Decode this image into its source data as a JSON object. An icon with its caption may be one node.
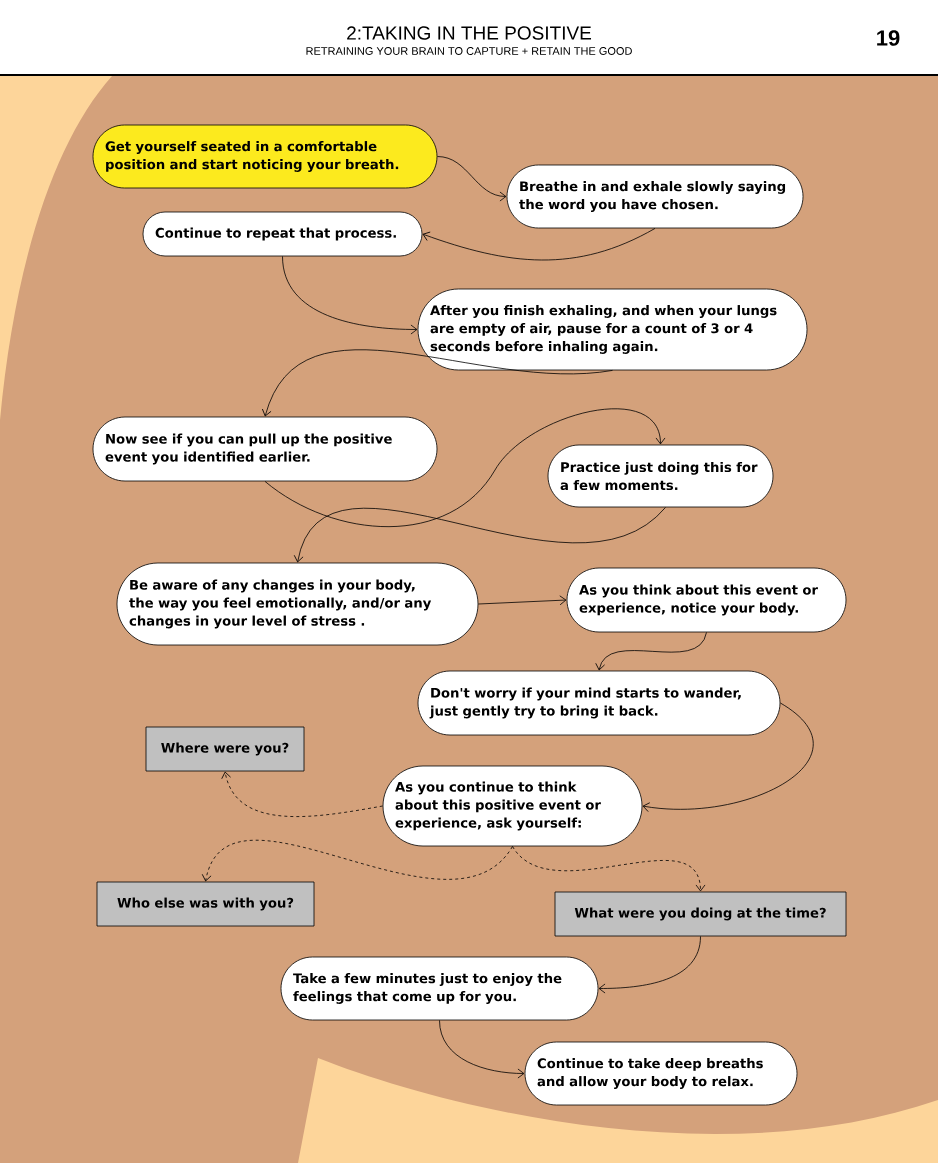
{
  "diagram": {
    "title": "2:TAKING IN THE POSITIVE",
    "nodes": [
      {
        "text": [
          "Get yourself seated in a comfortable position and start noticing your breath."
        ]
      },
      {
        "text": [
          "Breathe in and exhale slowly saying the word you have chosen."
        ]
      },
      {
        "text": [
          "Continue to repeat that process."
        ]
      },
      {
        "text": [
          "After you finish exhaling, and when your lungs are empty of air, pause for a count of 3 or 4 seconds before inhaling again."
        ]
      },
      {
        "text": [
          "Now see if you can pull up the positive event you identified earlier."
        ]
      },
      {
        "text": [
          "Practice just doing this for a few moments."
        ]
      },
      {
        "text": [
          "Be aware of any changes in your body, the way you feel emotionally, and/or any changes in your level of stress ."
        ]
      },
      {
        "text": [
          "As you think about this event or experience, notice your body."
        ]
      },
      {
        "text": [
          "Don't worry if your mind starts to wander, just gently try to bring it back."
        ]
      },
      {
        "text": [
          "Where were you?"
        ]
      },
      {
        "text": [
          "As you continue to think about this positive event or experience, ask yourself:"
        ]
      },
      {
        "text": [
          "Who else was with you?"
        ]
      },
      {
        "text": [
          "What were you doing at the time?"
        ]
      },
      {
        "text": [
          "Take a few minutes just to enjoy the feelings that come up for you."
        ]
      },
      {
        "text": [
          "Continue to take deep breaths and allow your body to relax."
        ]
      }
    ],
    "edges": [
      {
        "from": 0,
        "to": 1,
        "arrow": "to"
      },
      {
        "from": 1,
        "to": 2,
        "arrow": "to"
      },
      {
        "from": 2,
        "to": 3,
        "arrow": "to"
      },
      {
        "from": 3,
        "to": 4,
        "arrow": "to"
      },
      {
        "from": 4,
        "to": 5,
        "arrow": "to"
      },
      {
        "from": 5,
        "to": 6,
        "arrow": "to"
      },
      {
        "from": 6,
        "to": 7,
        "arrow": "to"
      },
      {
        "from": 7,
        "to": 8,
        "arrow": "to"
      },
      {
        "from": 8,
        "to": 10,
        "arrow": "to"
      },
      {
        "from": 10,
        "to": 9,
        "arrow": "to",
        "style": "dashed"
      },
      {
        "from": 10,
        "to": 11,
        "arrow": "to",
        "style": "dashed"
      },
      {
        "from": 10,
        "to": 12,
        "arrow": "to",
        "style": "dashed"
      },
      {
        "from": 12,
        "to": 13,
        "arrow": "to"
      },
      {
        "from": 13,
        "to": 14,
        "arrow": "to"
      }
    ],
    "labels": [
      "RETRAINING YOUR BRAIN TO CAPTURE + RETAIN THE GOOD",
      "19"
    ]
  }
}
